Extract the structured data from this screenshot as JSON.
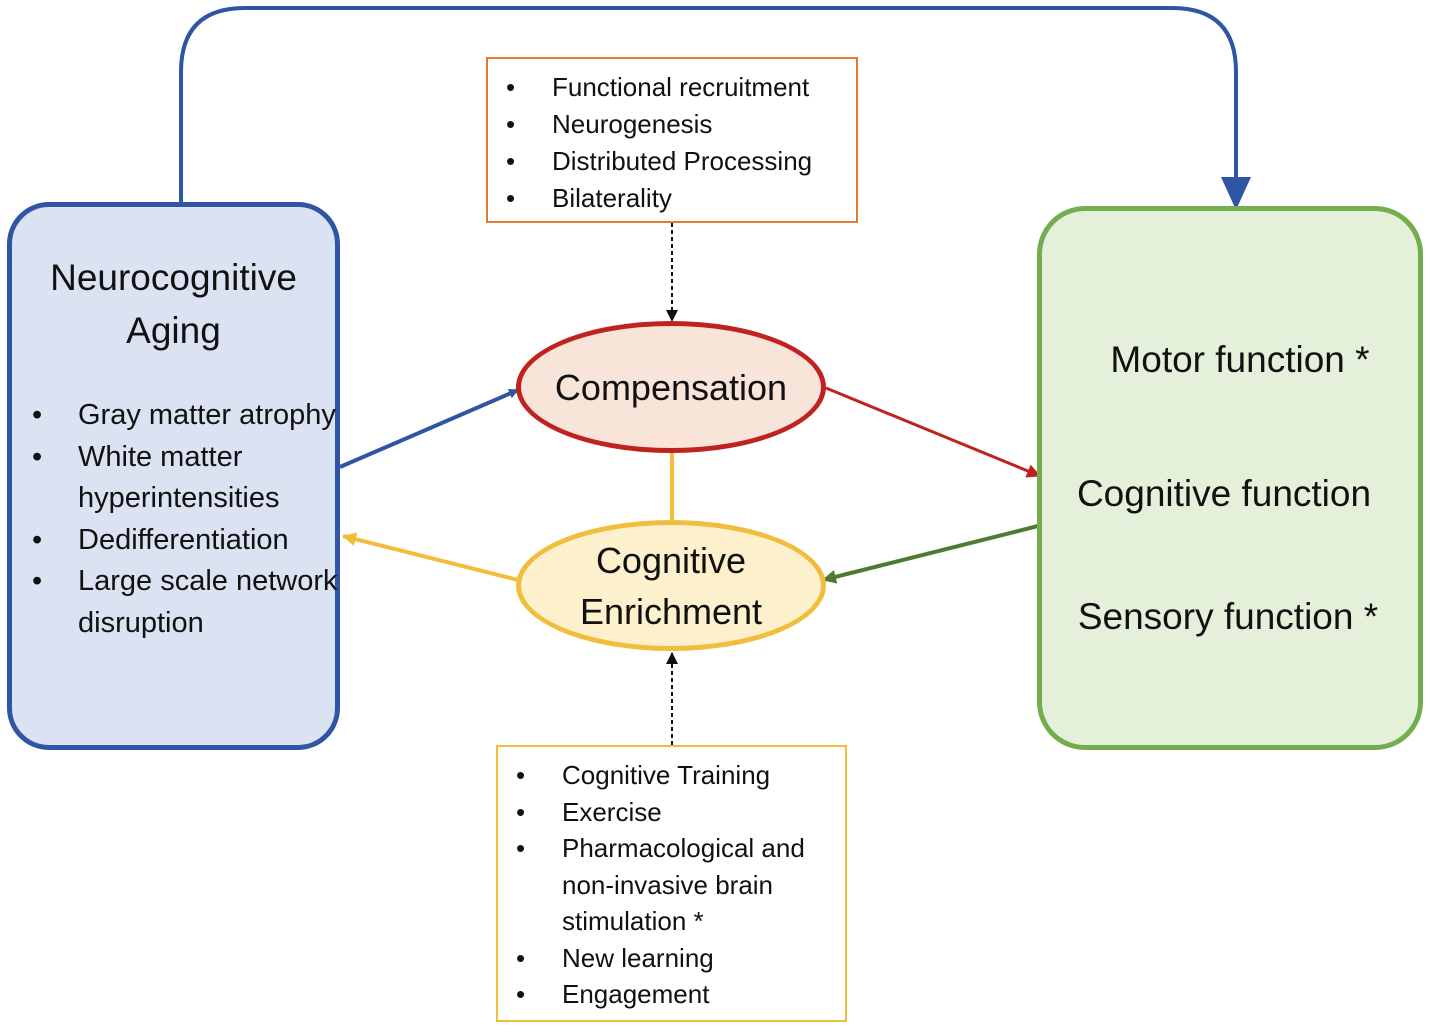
{
  "nodes": {
    "aging": {
      "title": "Neurocognitive\nAging",
      "items": [
        "Gray matter atrophy",
        "White matter hyperintensities",
        "Dedifferentiation",
        "Large scale network disruption"
      ]
    },
    "compensation": {
      "label": "Compensation"
    },
    "enrichment": {
      "label": "Cognitive\nEnrichment"
    },
    "functions": {
      "motor": "Motor function *",
      "cognitive": "Cognitive function",
      "sensory": "Sensory function *"
    },
    "compensation_mechanisms": {
      "items": [
        "Functional recruitment",
        "Neurogenesis",
        "Distributed Processing",
        "Bilaterality"
      ]
    },
    "enrichment_sources": {
      "items": [
        "Cognitive Training",
        "Exercise",
        "Pharmacological and non-invasive brain stimulation *",
        "New learning",
        "Engagement"
      ]
    }
  },
  "colors": {
    "aging_border": "#2f55a4",
    "aging_fill": "#dbe2f1",
    "function_border": "#73ad4f",
    "function_fill": "#e5f0da",
    "compensation_border": "#c0231f",
    "compensation_fill": "#f8e4d8",
    "enrichment_border": "#f2bd3a",
    "enrichment_fill": "#fdf0cc",
    "mechanisms_border": "#e07b35",
    "green_arrow": "#4f7a31"
  }
}
